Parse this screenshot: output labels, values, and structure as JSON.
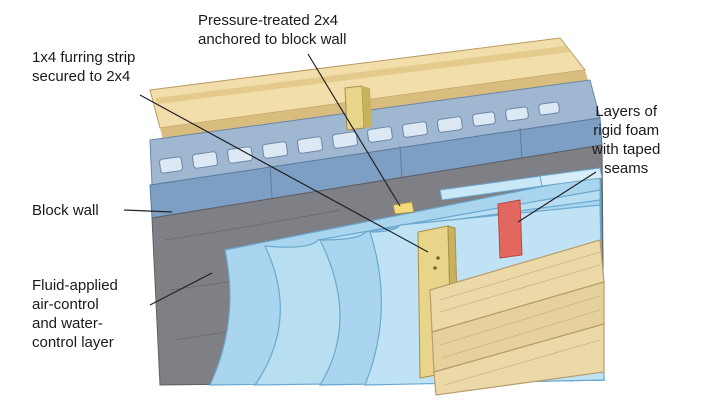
{
  "labels": {
    "pressure_treated": [
      "Pressure-treated 2x4",
      "anchored to block wall"
    ],
    "furring_strip": [
      "1x4 furring strip",
      "secured to 2x4"
    ],
    "rigid_foam": [
      "Layers of",
      "rigid foam",
      "with taped",
      "seams"
    ],
    "block_wall": [
      "Block wall"
    ],
    "fluid_applied": [
      "Fluid-applied",
      "air-control",
      "and water-",
      "control layer"
    ]
  },
  "colors": {
    "foam_blue": "#a9d6ee",
    "foam_edge": "#6aa8cf",
    "block_blue": "#7e9fc4",
    "block_top": "#9fb7d0",
    "membrane_gray": "#7f7f86",
    "wood": "#e8d58a",
    "wood_dark": "#c9b25e",
    "siding": "#ecd9a8",
    "siding_line": "#b89c6b",
    "foam_red": "#e2675f"
  }
}
